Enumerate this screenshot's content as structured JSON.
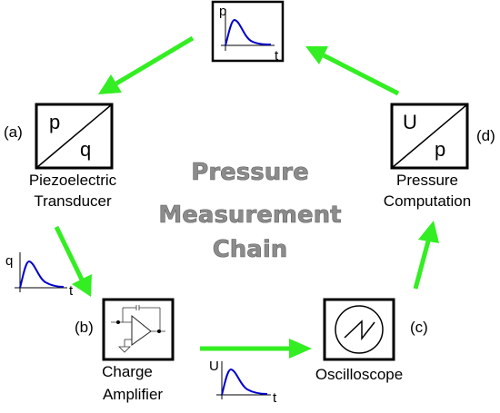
{
  "title_lines": [
    "Pressure",
    "Measurement",
    "Chain"
  ],
  "colors": {
    "arrow": "#33ee22",
    "curve": "#0000cc",
    "title": "#8c8c8c"
  },
  "transducer": {
    "tag": "(a)",
    "top_symbol": "p",
    "bottom_symbol": "q",
    "label_lines": [
      "Piezoelectric",
      "Transducer"
    ]
  },
  "amplifier": {
    "tag": "(b)",
    "label_lines": [
      "Charge",
      "Amplifier"
    ]
  },
  "oscilloscope": {
    "tag": "(c)",
    "label": "Oscilloscope"
  },
  "computation": {
    "tag": "(d)",
    "top_symbol": "U",
    "bottom_symbol": "p",
    "label_lines": [
      "Pressure",
      "Computation"
    ]
  },
  "plots": {
    "pressure": {
      "y_symbol": "p",
      "x_symbol": "t"
    },
    "charge": {
      "y_symbol": "q",
      "x_symbol": "t"
    },
    "voltage": {
      "y_symbol": "U",
      "x_symbol": "t"
    }
  }
}
